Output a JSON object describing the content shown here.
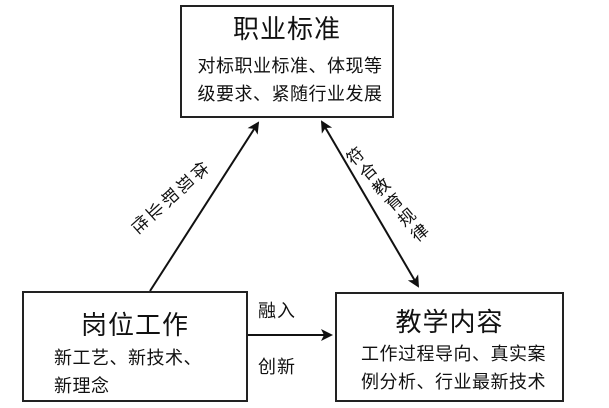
{
  "top_box": {
    "title": "职业标准",
    "desc": "对标职业标准、体现等\n级要求、紧随行业发展"
  },
  "left_box": {
    "title": "岗位工作",
    "desc": "新工艺、新技术、\n新理念"
  },
  "right_box": {
    "title": "教学内容",
    "desc": "工作过程导向、真实案\n例分析、行业最新技术"
  },
  "edges": {
    "left_edge_label": "体现职业性",
    "right_edge_label": "符合教育规律",
    "bottom_top_label": "融入",
    "bottom_bottom_label": "创新"
  }
}
